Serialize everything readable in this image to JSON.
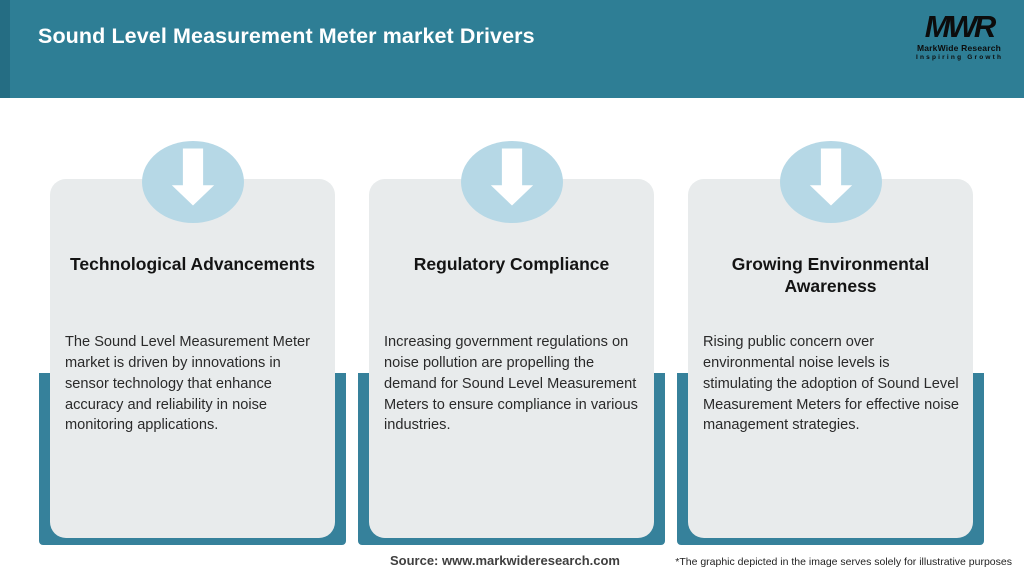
{
  "header": {
    "title": "Sound Level Measurement Meter market Drivers",
    "logo": {
      "monogram": "MWR",
      "name": "MarkWide Research",
      "tagline": "Inspiring Growth"
    }
  },
  "cards": [
    {
      "icon": "down-arrow-icon",
      "title": "Technological Advancements",
      "body": "The Sound Level Measurement Meter market is driven by innovations in sensor technology that enhance accuracy and reliability in noise monitoring applications."
    },
    {
      "icon": "down-arrow-icon",
      "title": "Regulatory Compliance",
      "body": "Increasing government regulations on noise pollution are propelling the demand for Sound Level Measurement Meters to ensure compliance in various industries."
    },
    {
      "icon": "down-arrow-icon",
      "title": "Growing Environmental Awareness",
      "body": "Rising public concern over environmental noise levels is stimulating the adoption of Sound Level Measurement Meters for effective noise management strategies."
    }
  ],
  "footer": {
    "source": "Source: www.markwideresearch.com",
    "disclaimer": "*The graphic depicted in the image serves solely for illustrative purposes"
  },
  "colors": {
    "header_teal": "#2E7E95",
    "header_edge_teal": "#256D83",
    "band_teal": "#36819B",
    "card_gray": "#E8EBEC",
    "circle_blue": "#B6D8E6",
    "arrow_white": "#FFFFFF"
  }
}
